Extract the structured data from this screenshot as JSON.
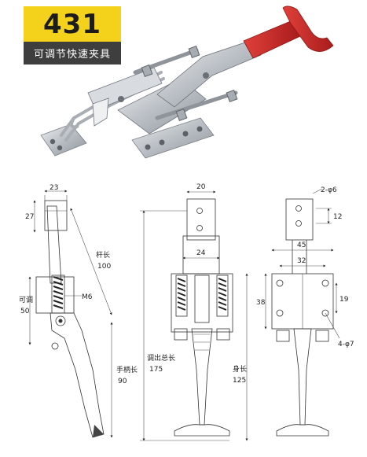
{
  "badge": {
    "model": "431",
    "caption": "可调节快速夹具"
  },
  "dims": {
    "side_width": "23",
    "side_height": "27",
    "arm_length_label": "杆长",
    "arm_length_value": "100",
    "adjust_label": "可调",
    "adjust_value": "50",
    "thread": "M6",
    "handle_label": "手柄长",
    "handle_value": "90",
    "front_top_width": "20",
    "front_mid_width": "24",
    "total_label": "调出总长",
    "total_value": "175",
    "body_label": "身长",
    "body_value": "125",
    "holes_top": "2-φ6",
    "hole_spacing": "12",
    "base_outer": "45",
    "base_inner": "32",
    "base_height": "38",
    "base_hole_spacing": "19",
    "base_holes": "4-φ7"
  },
  "colors": {
    "grip": "#d42a2a",
    "steel": "#c9cdd2",
    "badge_top": "#f4d21c",
    "badge_bottom": "#3e3e3e"
  }
}
